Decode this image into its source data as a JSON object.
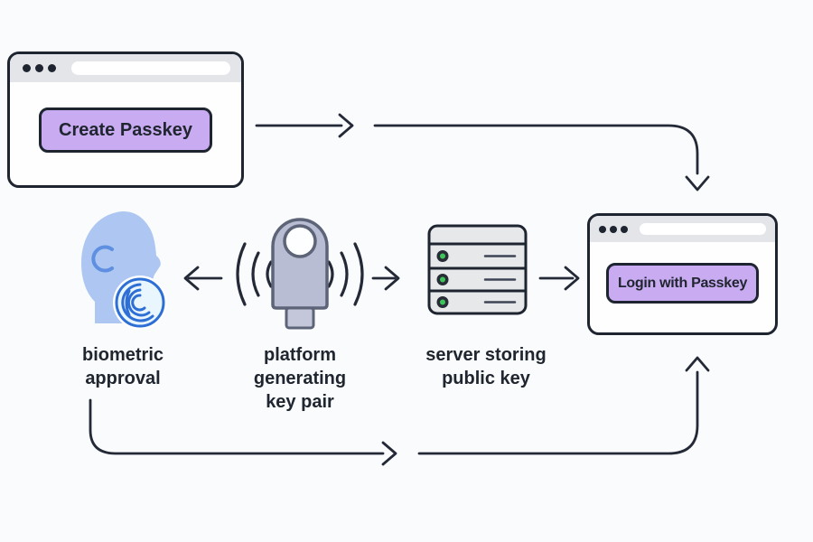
{
  "colors": {
    "bg": "#fafbfd",
    "outline": "#1e2430",
    "line": "#232936",
    "titlebar": "#e3e5e9",
    "accent": "#c9abf2",
    "text-dark": "#20262f",
    "head-blue": "#adc6f2",
    "ear-blue": "#5f8fe0",
    "fp-blue": "#2e6fd6",
    "fp-bg": "#eaf6fd",
    "key-grey": "#b9bdd4",
    "key-outline": "#5d6478",
    "server-fill": "#e7e8ea",
    "led-green": "#3ec558",
    "led-ring": "#272c36"
  },
  "windows": {
    "create": {
      "button_label": "Create Passkey"
    },
    "login": {
      "button_label": "Login with Passkey"
    }
  },
  "nodes": {
    "biometric": {
      "label": "biometric\napproval"
    },
    "platform": {
      "label": "platform\ngenerating\nkey pair"
    },
    "server": {
      "label": "server storing\npublic key"
    }
  }
}
